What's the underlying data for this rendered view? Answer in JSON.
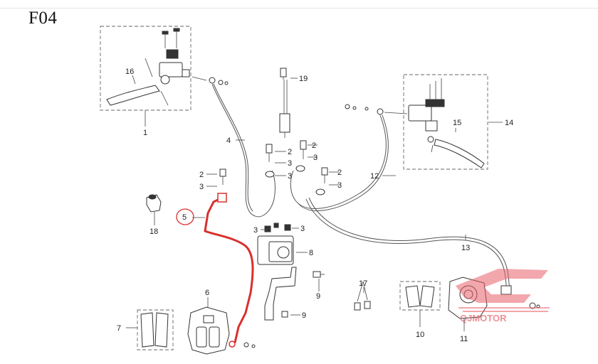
{
  "title": "F04",
  "callouts": {
    "c1": "1",
    "c2a": "2",
    "c2b": "2",
    "c2c": "2",
    "c2d": "2",
    "c3a": "3",
    "c3b": "3",
    "c3c": "3",
    "c3d": "3",
    "c3e": "3",
    "c3f": "3",
    "c3g": "3",
    "c4": "4",
    "c5": "5",
    "c6": "6",
    "c7": "7",
    "c8": "8",
    "c9a": "9",
    "c9b": "9",
    "c10": "10",
    "c11": "11",
    "c12": "12",
    "c13": "13",
    "c14": "14",
    "c15": "15",
    "c16": "16",
    "c17": "17",
    "c18": "18",
    "c19": "19"
  },
  "watermark": {
    "text": "QJMOTOR",
    "color": "#e8606a"
  },
  "colors": {
    "highlight": "#d9302e",
    "line": "#444444"
  }
}
